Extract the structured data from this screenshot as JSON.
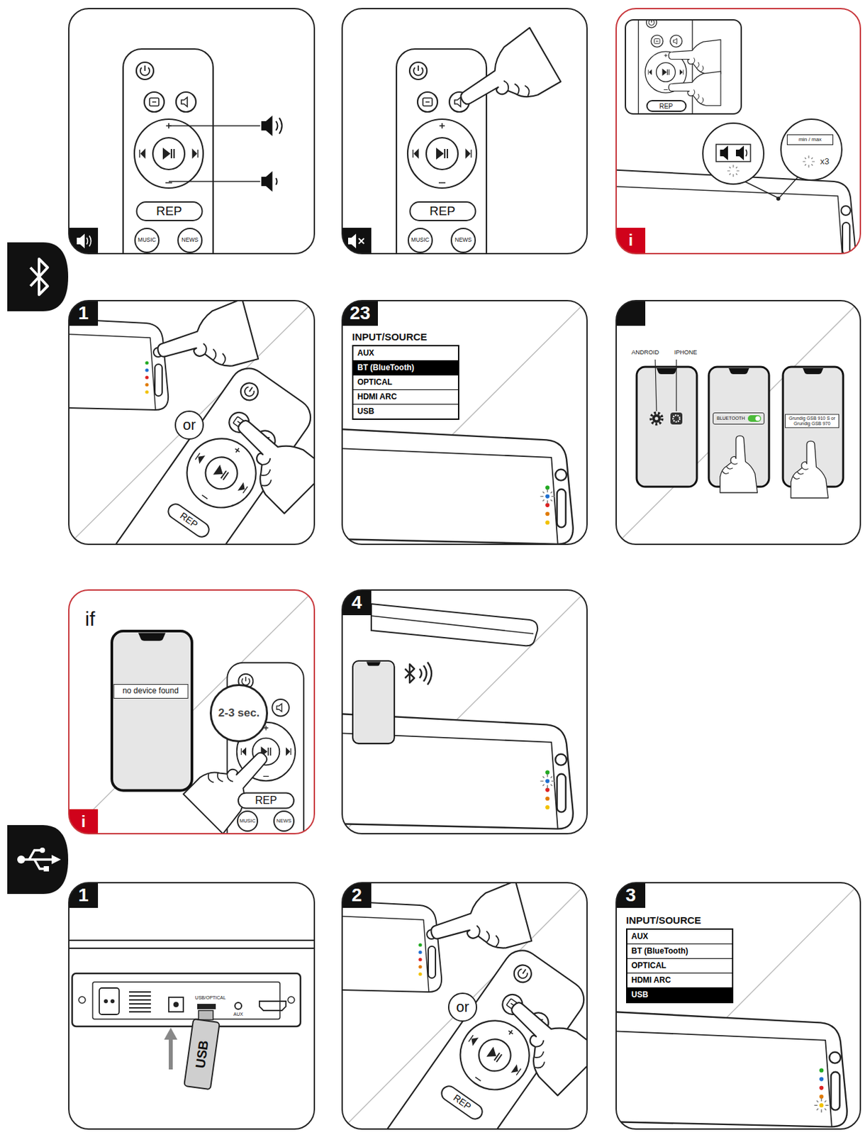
{
  "diagram": {
    "nodes": [
      {
        "text": [
          "REP"
        ]
      },
      {
        "text": [
          "MUSIC"
        ]
      },
      {
        "text": [
          "NEWS"
        ]
      },
      {
        "text": [
          "REP"
        ]
      },
      {
        "text": [
          "MUSIC"
        ]
      },
      {
        "text": [
          "NEWS"
        ]
      },
      {
        "text": [
          "REP"
        ]
      },
      {
        "text": [
          "min / max"
        ]
      },
      {
        "text": [
          "or"
        ]
      },
      {
        "text": [
          "REP"
        ]
      },
      {
        "text": [
          "INPUT/SOURCE"
        ]
      },
      {
        "text": [
          "AUX"
        ],
        "in": 10
      },
      {
        "text": [
          "BT (BlueTooth)"
        ],
        "in": 10
      },
      {
        "text": [
          "OPTICAL"
        ],
        "in": 10
      },
      {
        "text": [
          "HDMI ARC"
        ],
        "in": 10
      },
      {
        "text": [
          "USB"
        ],
        "in": 10
      },
      {
        "text": [
          "BLUETOOTH"
        ]
      },
      {
        "text": [
          "Grundig GSB 910 S or Grundig GSB 970"
        ]
      },
      {
        "text": [
          "no device found"
        ]
      },
      {
        "text": [
          "2-3 sec."
        ]
      },
      {
        "text": [
          "REP"
        ]
      },
      {
        "text": [
          "MUSIC"
        ]
      },
      {
        "text": [
          "NEWS"
        ]
      },
      {
        "text": [
          "USB"
        ]
      },
      {
        "text": [
          "or"
        ]
      },
      {
        "text": [
          "REP"
        ]
      },
      {
        "text": [
          "INPUT/SOURCE"
        ]
      },
      {
        "text": [
          "AUX"
        ],
        "in": 26
      },
      {
        "text": [
          "BT (BlueTooth)"
        ],
        "in": 26
      },
      {
        "text": [
          "OPTICAL"
        ],
        "in": 26
      },
      {
        "text": [
          "HDMI ARC"
        ],
        "in": 26
      },
      {
        "text": [
          "USB"
        ],
        "in": 26
      }
    ],
    "labels": [
      "x3",
      "i",
      "1",
      "23",
      "ANDROID",
      "IPHONE",
      "if",
      "i",
      "4",
      "1",
      "USB/OPTICAL",
      "AUX",
      "2",
      "3"
    ]
  }
}
